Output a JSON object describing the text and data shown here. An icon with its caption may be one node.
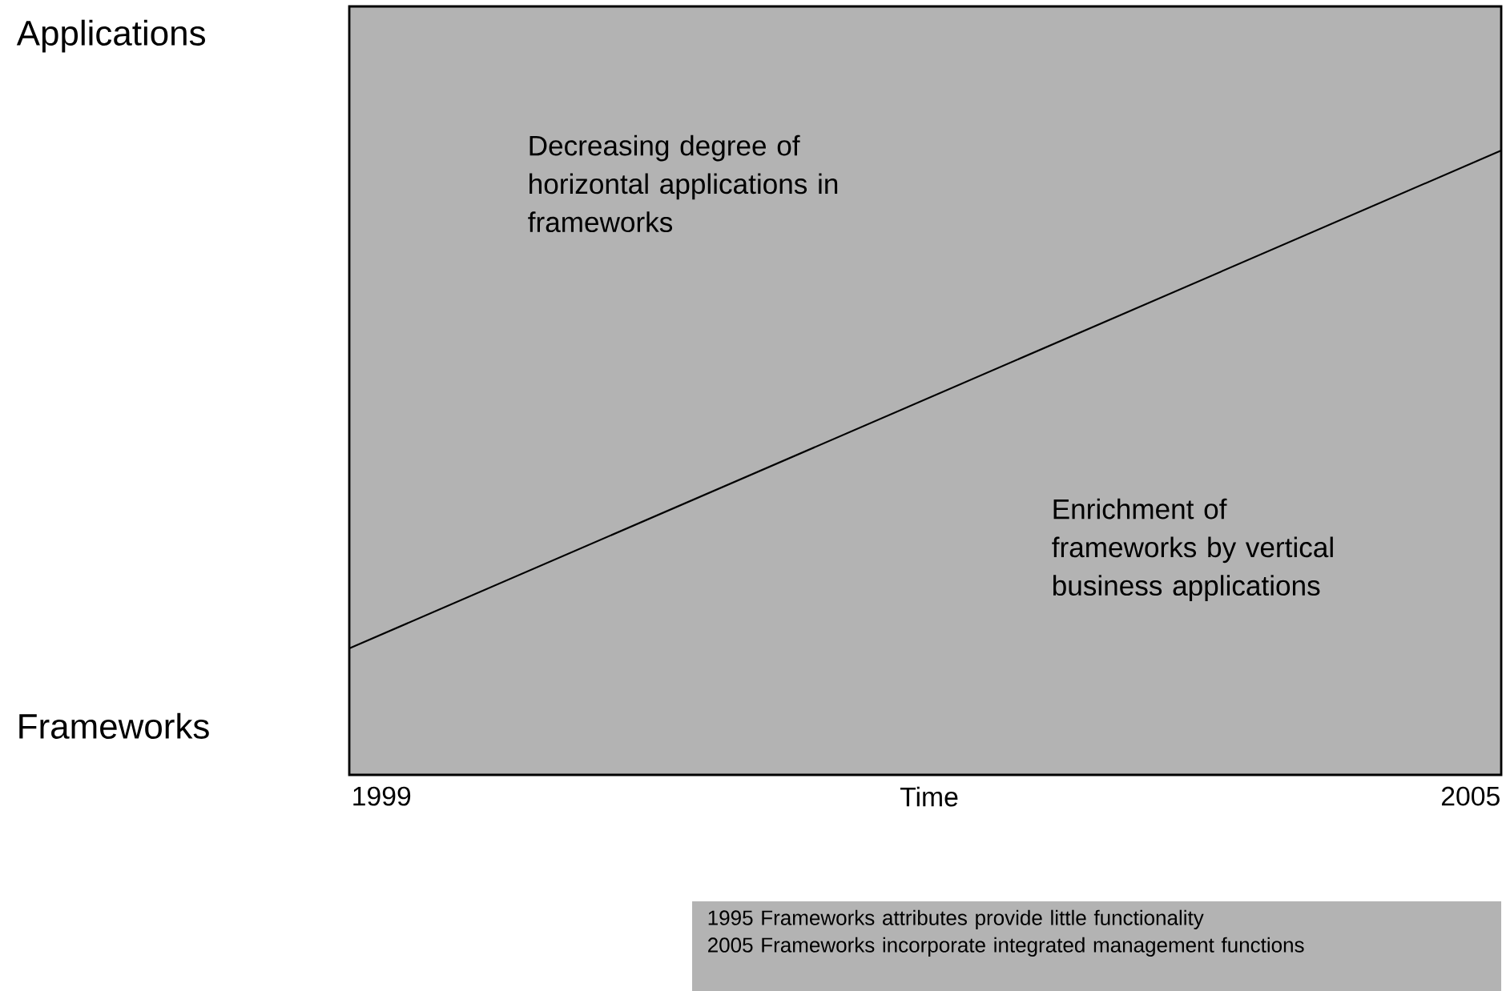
{
  "diagram": {
    "nodes": [
      {
        "text": [
          "Decreasing degree of horizontal applications in frameworks",
          "Enrichment of frameworks by vertical business applications"
        ]
      },
      {
        "text": [
          "1995 Frameworks attributes provide little functionality",
          "2005 Frameworks incorporate integrated management functions"
        ]
      }
    ],
    "labels": [
      "Applications",
      "Frameworks",
      "1999",
      "Time",
      "2005"
    ]
  }
}
